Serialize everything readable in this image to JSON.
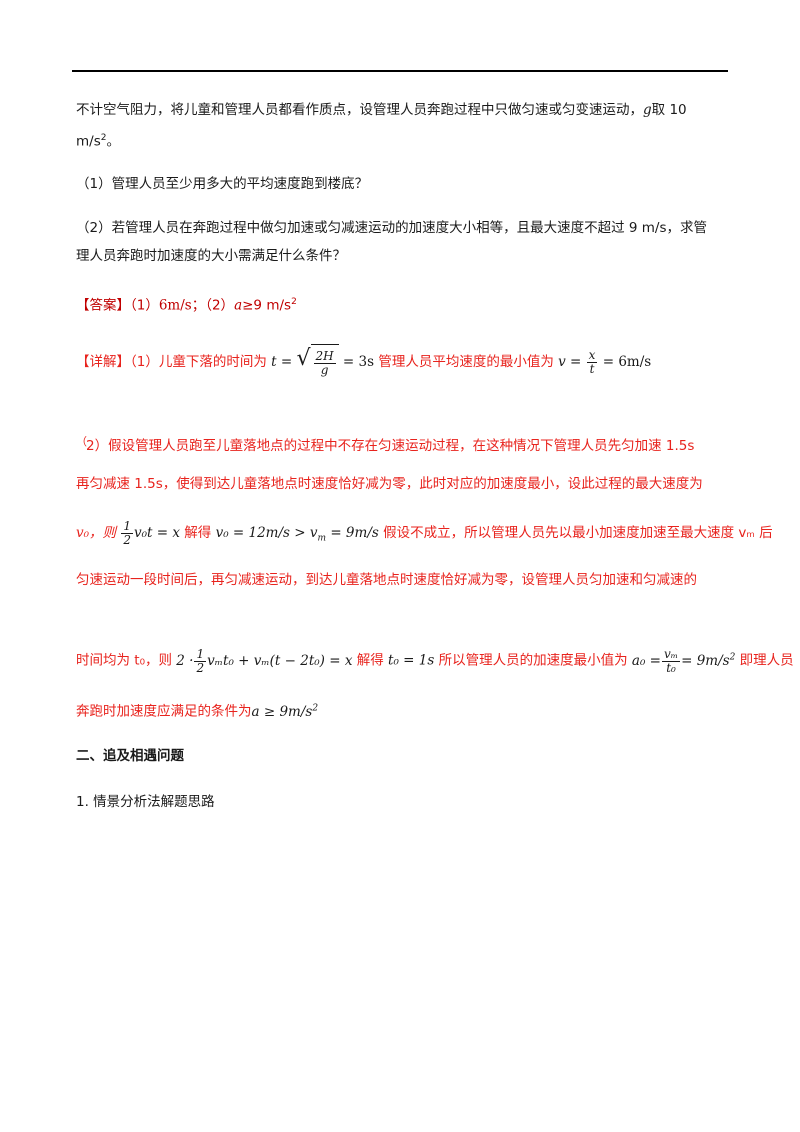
{
  "para1": {
    "line1": "不计空气阻力，将儿童和管理人员都看作质点，设管理人员奔跑过程中只做匀速或匀变速运动，",
    "g_var": "g",
    "line1_tail": "取 10",
    "line2": "m/s",
    "line2_sup": "2",
    "line2_tail": "。"
  },
  "q1": "（1）管理人员至少用多大的平均速度跑到楼底？",
  "q2": {
    "line1": "（2）若管理人员在奔跑过程中做匀加速或匀减速运动的加速度大小相等，且最大速度不超过 9 m/s，求管",
    "line2": "理人员奔跑时加速度的大小需满足什么条件？"
  },
  "answer": {
    "tag": "【答案】",
    "part1_label": "（1）",
    "part1_value": "6m/s",
    "sep": "；",
    "part2_label": "（2）",
    "part2_var": "a",
    "part2_value": "≥9 m/s",
    "part2_sup": "2"
  },
  "detail": {
    "tag": "【详解】",
    "line1_text": "（1）儿童下落的时间为",
    "t_eq": "t =",
    "sqrt_num": "2H",
    "sqrt_den": "g",
    "t_result": "= 3s",
    "line1_mid": "管理人员平均速度的最小值为",
    "v_eq": "v =",
    "v_num": "x",
    "v_den": "t",
    "v_result": "= 6m/s",
    "p2_open": "（",
    "p2_line1": "2）假设管理人员跑至儿童落地点的过程中不存在匀速运动过程，在这种情况下管理人员先匀加速 1.5s",
    "p2_line2": "再匀减速 1.5s，使得到达儿童落地点时速度恰好减为零，此时对应的加速度最小，设此过程的最大速度为",
    "p2_line3_a": "v₀，则",
    "eq1_num": "1",
    "eq1_den": "2",
    "eq1_rest": "v₀t = x",
    "p2_line3_b": "解得",
    "eq2": "v₀ = 12m/s > v",
    "eq2_sub": "m",
    "eq2_tail": " = 9m/s",
    "p2_line3_c": "假设不成立，所以管理人员先以最小加速度加速至最大速度 vₘ 后",
    "p2_line4": "匀速运动一段时间后，再匀减速运动，到达儿童落地点时速度恰好减为零，设管理人员匀加速和匀减速的",
    "p2_line5_a": "时间均为 t₀，则",
    "eq3_pre": "2 ·",
    "eq3_num": "1",
    "eq3_den": "2",
    "eq3_rest": "vₘt₀ + vₘ(t − 2t₀) = x",
    "p2_line5_b": "解得",
    "eq4": "t₀ = 1s",
    "p2_line5_c": "所以管理人员的加速度最小值为",
    "eq5_pre": "a₀ =",
    "eq5_num": "vₘ",
    "eq5_den": "t₀",
    "eq5_result": "= 9m/s",
    "eq5_sup": "2",
    "p2_line5_d": "即理人员",
    "p2_line6": "奔跑时加速度应满足的条件为",
    "eq6": "a ≥ 9m/s",
    "eq6_sup": "2"
  },
  "section2": "二、追及相遇问题",
  "item1": "1. 情景分析法解题思路"
}
